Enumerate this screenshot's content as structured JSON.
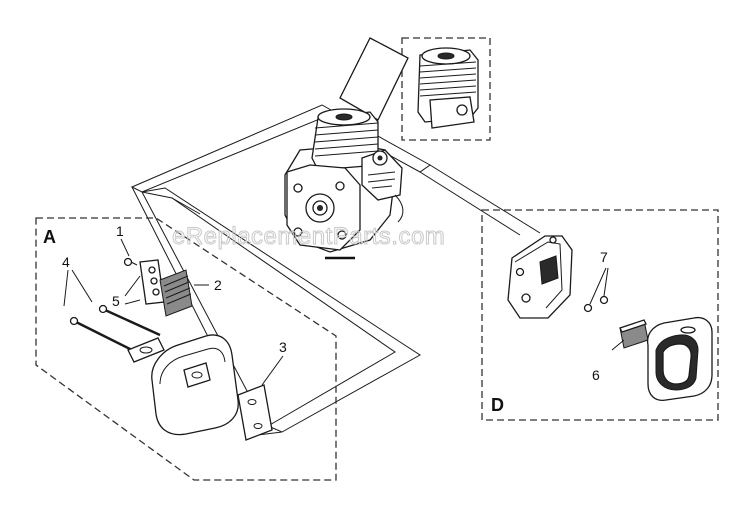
{
  "watermark": "eReplacementParts.com",
  "sections": {
    "a": "A",
    "d": "D"
  },
  "callouts": {
    "c1": "1",
    "c2": "2",
    "c3": "3",
    "c4": "4",
    "c5": "5",
    "c6": "6",
    "c7": "7"
  },
  "colors": {
    "line": "#1a1a1a",
    "watermark": "#c9c9c9"
  }
}
